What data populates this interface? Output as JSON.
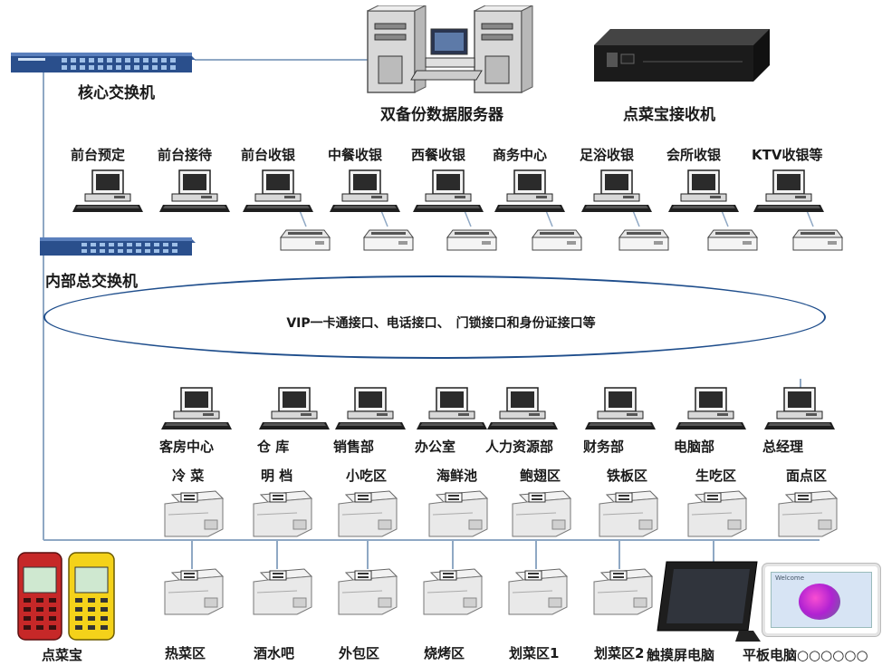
{
  "core_switch": {
    "label": "核心交换机"
  },
  "internal_switch": {
    "label": "内部总交换机"
  },
  "server": {
    "label": "双备份数据服务器"
  },
  "receiver": {
    "label": "点菜宝接收机"
  },
  "interface_ellipse": {
    "label": "VIP一卡通接口、电话接口、　门锁接口和身份证接口等"
  },
  "front_terminals": [
    "前台预定",
    "前台接待",
    "前台收银",
    "中餐收银",
    "西餐收银",
    "商务中心",
    "足浴收银",
    "会所收银",
    "KTV收银等"
  ],
  "office_terminals": [
    "客房中心",
    "仓 库",
    "销售部",
    "办公室",
    "人力资源部",
    "财务部",
    "电脑部",
    "总经理"
  ],
  "kitchen_printers_top": [
    "冷 菜",
    "明 档",
    "小吃区",
    "海鲜池",
    "鲍翅区",
    "铁板区",
    "生吃区",
    "面点区"
  ],
  "kitchen_printers_bottom": [
    "热菜区",
    "酒水吧",
    "外包区",
    "烧烤区",
    "划菜区1",
    "划菜区2"
  ],
  "touch_screen": {
    "label": "触摸屏电脑"
  },
  "tablet": {
    "label": "平板电脑○○○○○○",
    "screen_text": "Welcome"
  },
  "handheld": {
    "label": "点菜宝"
  }
}
